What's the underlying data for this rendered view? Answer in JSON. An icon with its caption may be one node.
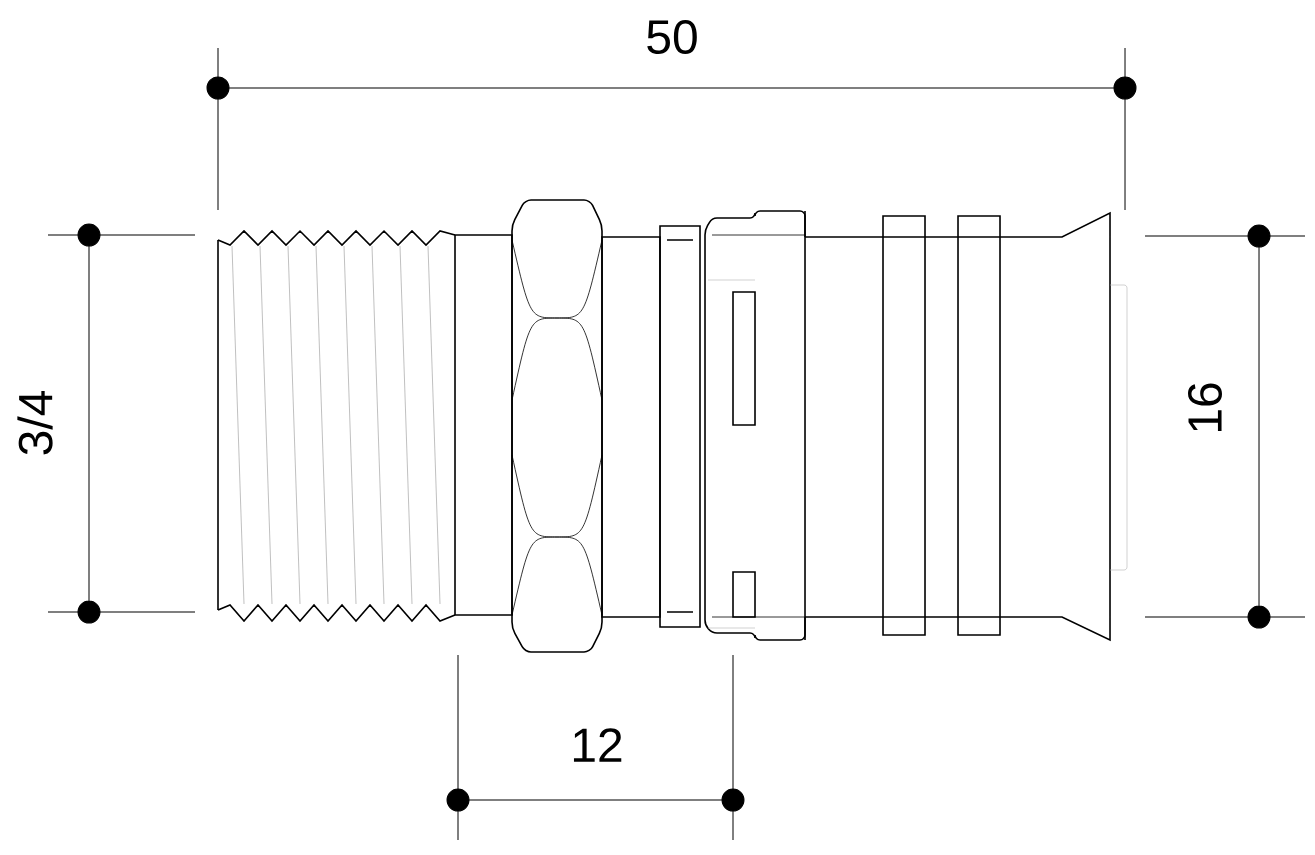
{
  "diagram": {
    "labels": [
      "50",
      "3/4",
      "16",
      "12"
    ]
  }
}
